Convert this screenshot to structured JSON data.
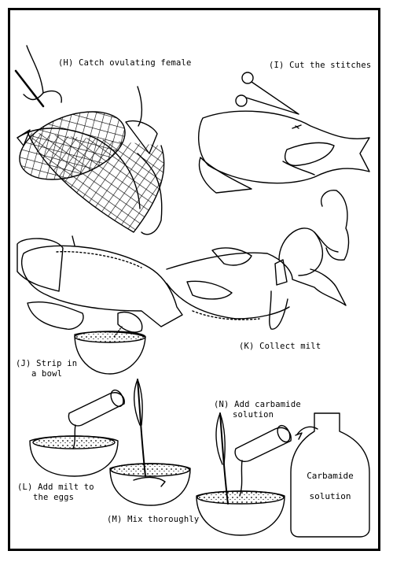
{
  "captions": {
    "h": "(H) Catch ovulating female",
    "i": "(I) Cut the stitches",
    "j_line1": "(J) Strip in",
    "j_line2": "a bowl",
    "k": "(K) Collect milt",
    "l_line1": "(L) Add milt to",
    "l_line2": "the eggs",
    "m": "(M) Mix thoroughly",
    "n_line1": "(N) Add carbamide",
    "n_line2": "solution"
  },
  "bottle": {
    "line1": "Carbamide",
    "line2": "solution"
  }
}
